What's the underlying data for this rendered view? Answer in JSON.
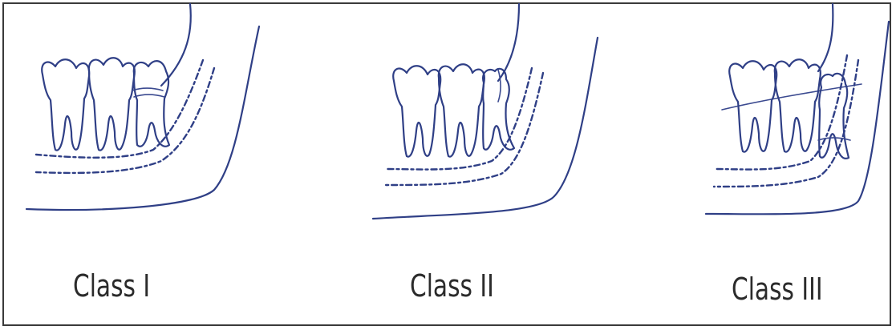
{
  "figure": {
    "panels": [
      {
        "label": "Class I"
      },
      {
        "label": "Class II"
      },
      {
        "label": "Class III"
      }
    ]
  }
}
